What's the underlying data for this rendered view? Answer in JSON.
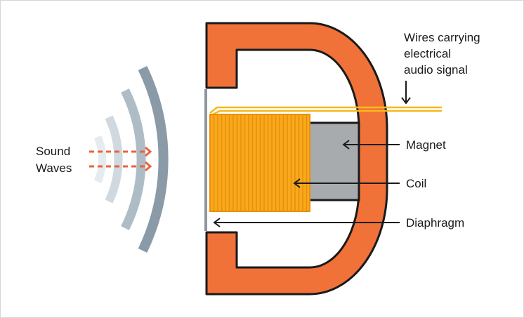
{
  "labels": {
    "sound_waves_line1": "Sound",
    "sound_waves_line2": "Waves",
    "wires_line1": "Wires carrying",
    "wires_line2": "electrical",
    "wires_line3": "audio signal",
    "magnet": "Magnet",
    "coil": "Coil",
    "diaphragm": "Diaphragm"
  },
  "colors": {
    "housing": "#f07238",
    "housing_outline": "#1a1a1a",
    "coil": "#f9a91c",
    "coil_lines": "#e8900c",
    "wire": "#f9b81c",
    "magnet": "#a8abae",
    "sound_arrow": "#e8643a",
    "wave_dark": "#8a9aa6",
    "wave_mid": "#aebcc6",
    "wave_light": "#d0d9df",
    "wave_faint": "#e6ebef",
    "diaphragm": "#8f969c",
    "pointer": "#1a1a1a"
  }
}
